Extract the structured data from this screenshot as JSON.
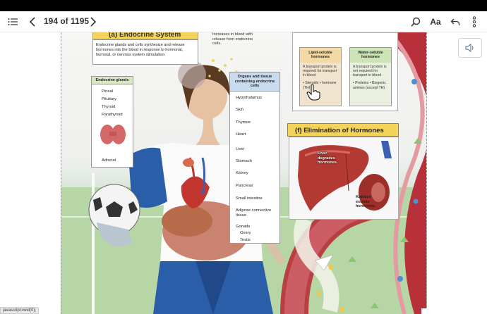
{
  "toolbar": {
    "page_indicator": "194 of 1195"
  },
  "icons": {
    "toc": "list-icon",
    "prev": "chevron-left-icon",
    "next": "chevron-right-icon",
    "search": "search-icon",
    "font": "Aa",
    "back": "undo-arrow-icon",
    "more": "more-vertical-icon",
    "audio": "speaker-icon"
  },
  "status_url": "javascript:void(0);",
  "page": {
    "section_a": {
      "title": "(a) Endocrine System",
      "description": "Endocrine glands and cells synthesize and release hormones into the blood in response to hormonal, humoral, or nervous system stimulation."
    },
    "blood_note": "Increases in blood with release from endocrine cells.",
    "glands": {
      "header": "Endocrine glands",
      "items": [
        "Pineal",
        "Pituitary",
        "Thyroid",
        "Parathyroid",
        "Adrenal"
      ]
    },
    "organs": {
      "header": "Organs and tissue containing endocrine cells",
      "items": [
        "Hypothalamus",
        "Skin",
        "Thymus",
        "Heart",
        "Liver",
        "Stomach",
        "Kidney",
        "Pancreas",
        "Small intestine",
        "Adipose connective tissue",
        "Gonads",
        "Ovary",
        "Testis"
      ]
    },
    "hormones": {
      "lipid": {
        "header": "Lipid-soluble hormones",
        "text": "A transport protein is required for transport in blood",
        "bullets": "• Steroids • hormone (TH)"
      },
      "water": {
        "header": "Water-soluble hormones",
        "text": "A transport protein is not required for transport in blood",
        "bullets": "• Proteins • Biogenic amines (except TH)"
      }
    },
    "section_f": {
      "title": "(f) Elimination of Hormones",
      "liver_label": "Liver degrades hormones.",
      "kidney_label": "Kidneys excrete hormones."
    }
  },
  "colors": {
    "title_yellow": "#f3d35b",
    "blood_vessel": "#b8303a"
  }
}
